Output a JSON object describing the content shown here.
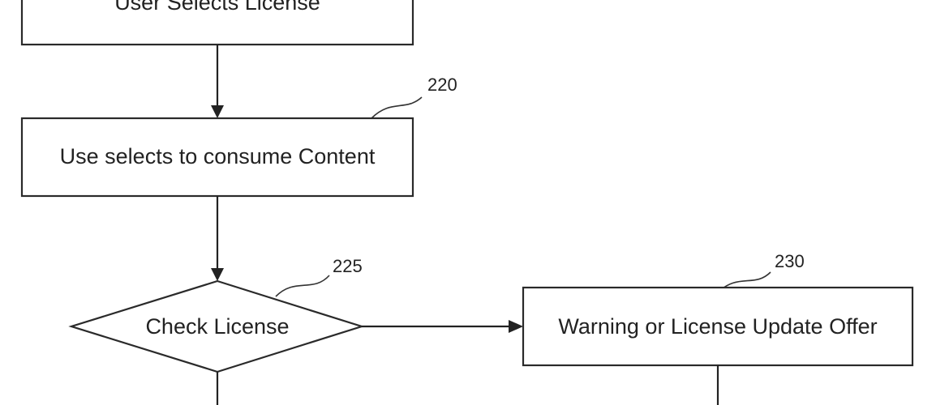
{
  "nodes": {
    "select_license": {
      "label": "User Selects License"
    },
    "consume_content": {
      "label": "Use selects to consume Content",
      "ref": "220"
    },
    "check_license": {
      "label": "Check License",
      "ref": "225"
    },
    "warning_offer": {
      "label": "Warning or License Update Offer",
      "ref": "230"
    }
  }
}
